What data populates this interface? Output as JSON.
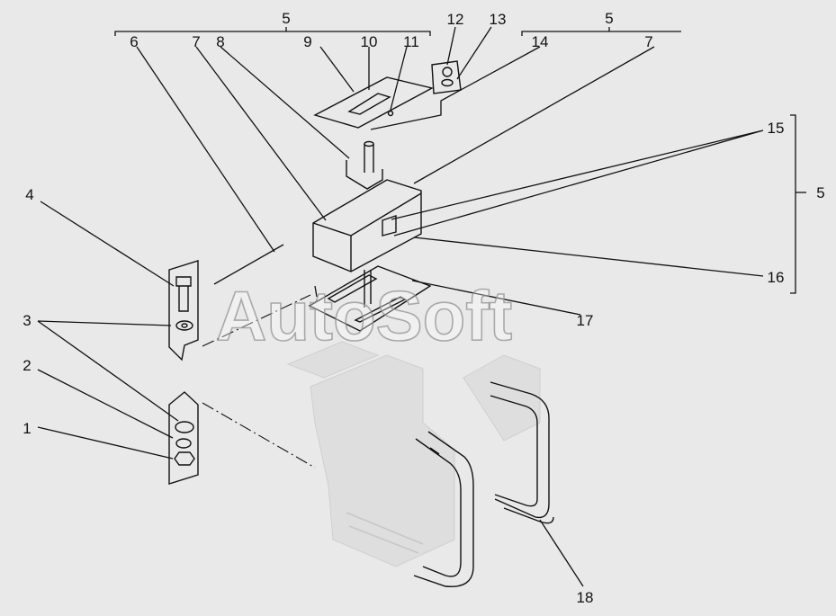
{
  "watermark": "AutoSoft",
  "callouts": {
    "c1": "1",
    "c2": "2",
    "c3": "3",
    "c4": "4",
    "c5_top_left": "5",
    "c5_top_right": "5",
    "c5_right": "5",
    "c6": "6",
    "c7_left": "7",
    "c7_right": "7",
    "c8": "8",
    "c9": "9",
    "c10": "10",
    "c11": "11",
    "c12": "12",
    "c13": "13",
    "c14": "14",
    "c15": "15",
    "c16": "16",
    "c17": "17",
    "c18": "18"
  },
  "icons": {
    "bolt": "bolt-icon",
    "washer": "washer-icon",
    "nut": "nut-icon"
  },
  "colors": {
    "background": "#e9e9e9",
    "linework": "#111111",
    "faded_frame": "#c7c7c7"
  }
}
